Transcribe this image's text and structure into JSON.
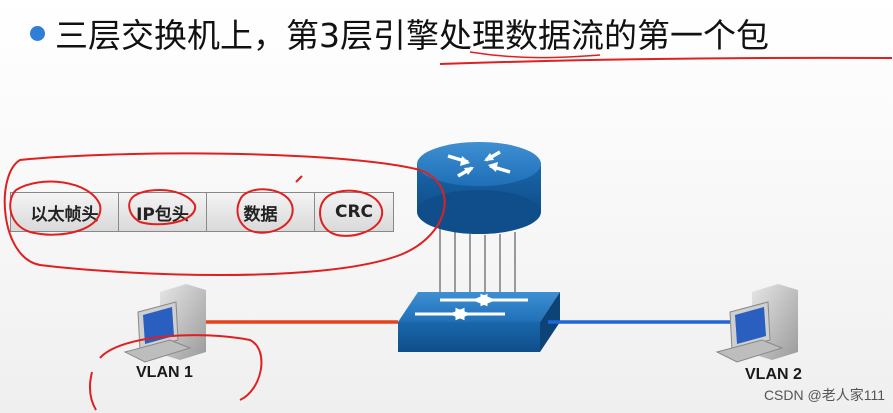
{
  "slide": {
    "title": "三层交换机上，第3层引擎处理数据流的第一个包",
    "bullet_color": "#2f7fd6",
    "annotation_color": "#e02020"
  },
  "frame": {
    "fields": [
      {
        "label": "以太帧头"
      },
      {
        "label": "IP包头"
      },
      {
        "label": "数据"
      },
      {
        "label": "CRC"
      }
    ]
  },
  "network": {
    "router_icon": "router-icon",
    "switch_icon": "multilayer-switch-icon",
    "left_host_label": "VLAN 1",
    "right_host_label": "VLAN 2",
    "left_link_color": "#e8421b",
    "right_link_color": "#1f66d6"
  },
  "watermark": "CSDN @老人家111"
}
